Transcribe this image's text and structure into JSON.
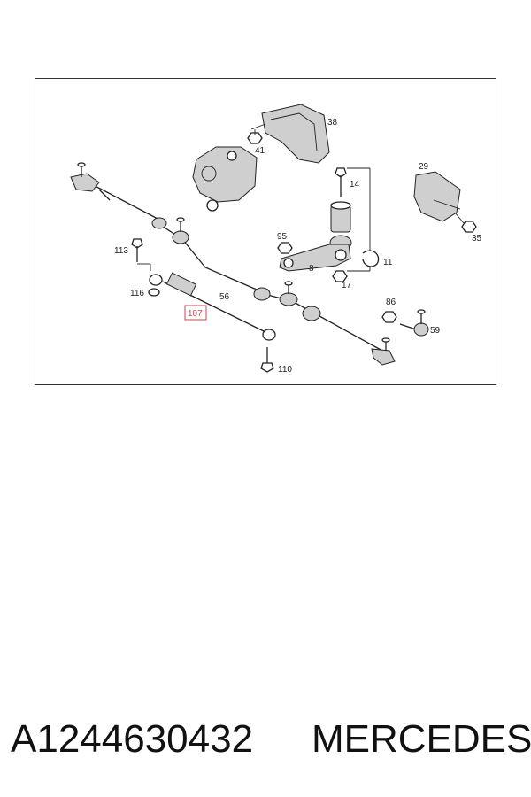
{
  "diagram": {
    "callouts": {
      "c38": "38",
      "c41": "41",
      "c29": "29",
      "c14": "14",
      "c35": "35",
      "c95": "95",
      "c11": "11",
      "c8": "8",
      "c17": "17",
      "c113": "113",
      "c116": "116",
      "c56": "56",
      "c107": "107",
      "c86": "86",
      "c59": "59",
      "c110": "110"
    },
    "highlighted_callout": "107"
  },
  "footer": {
    "part_number": "A1244630432",
    "brand": "MERCEDES"
  },
  "colors": {
    "highlight": "#d04050",
    "line": "#222222"
  }
}
